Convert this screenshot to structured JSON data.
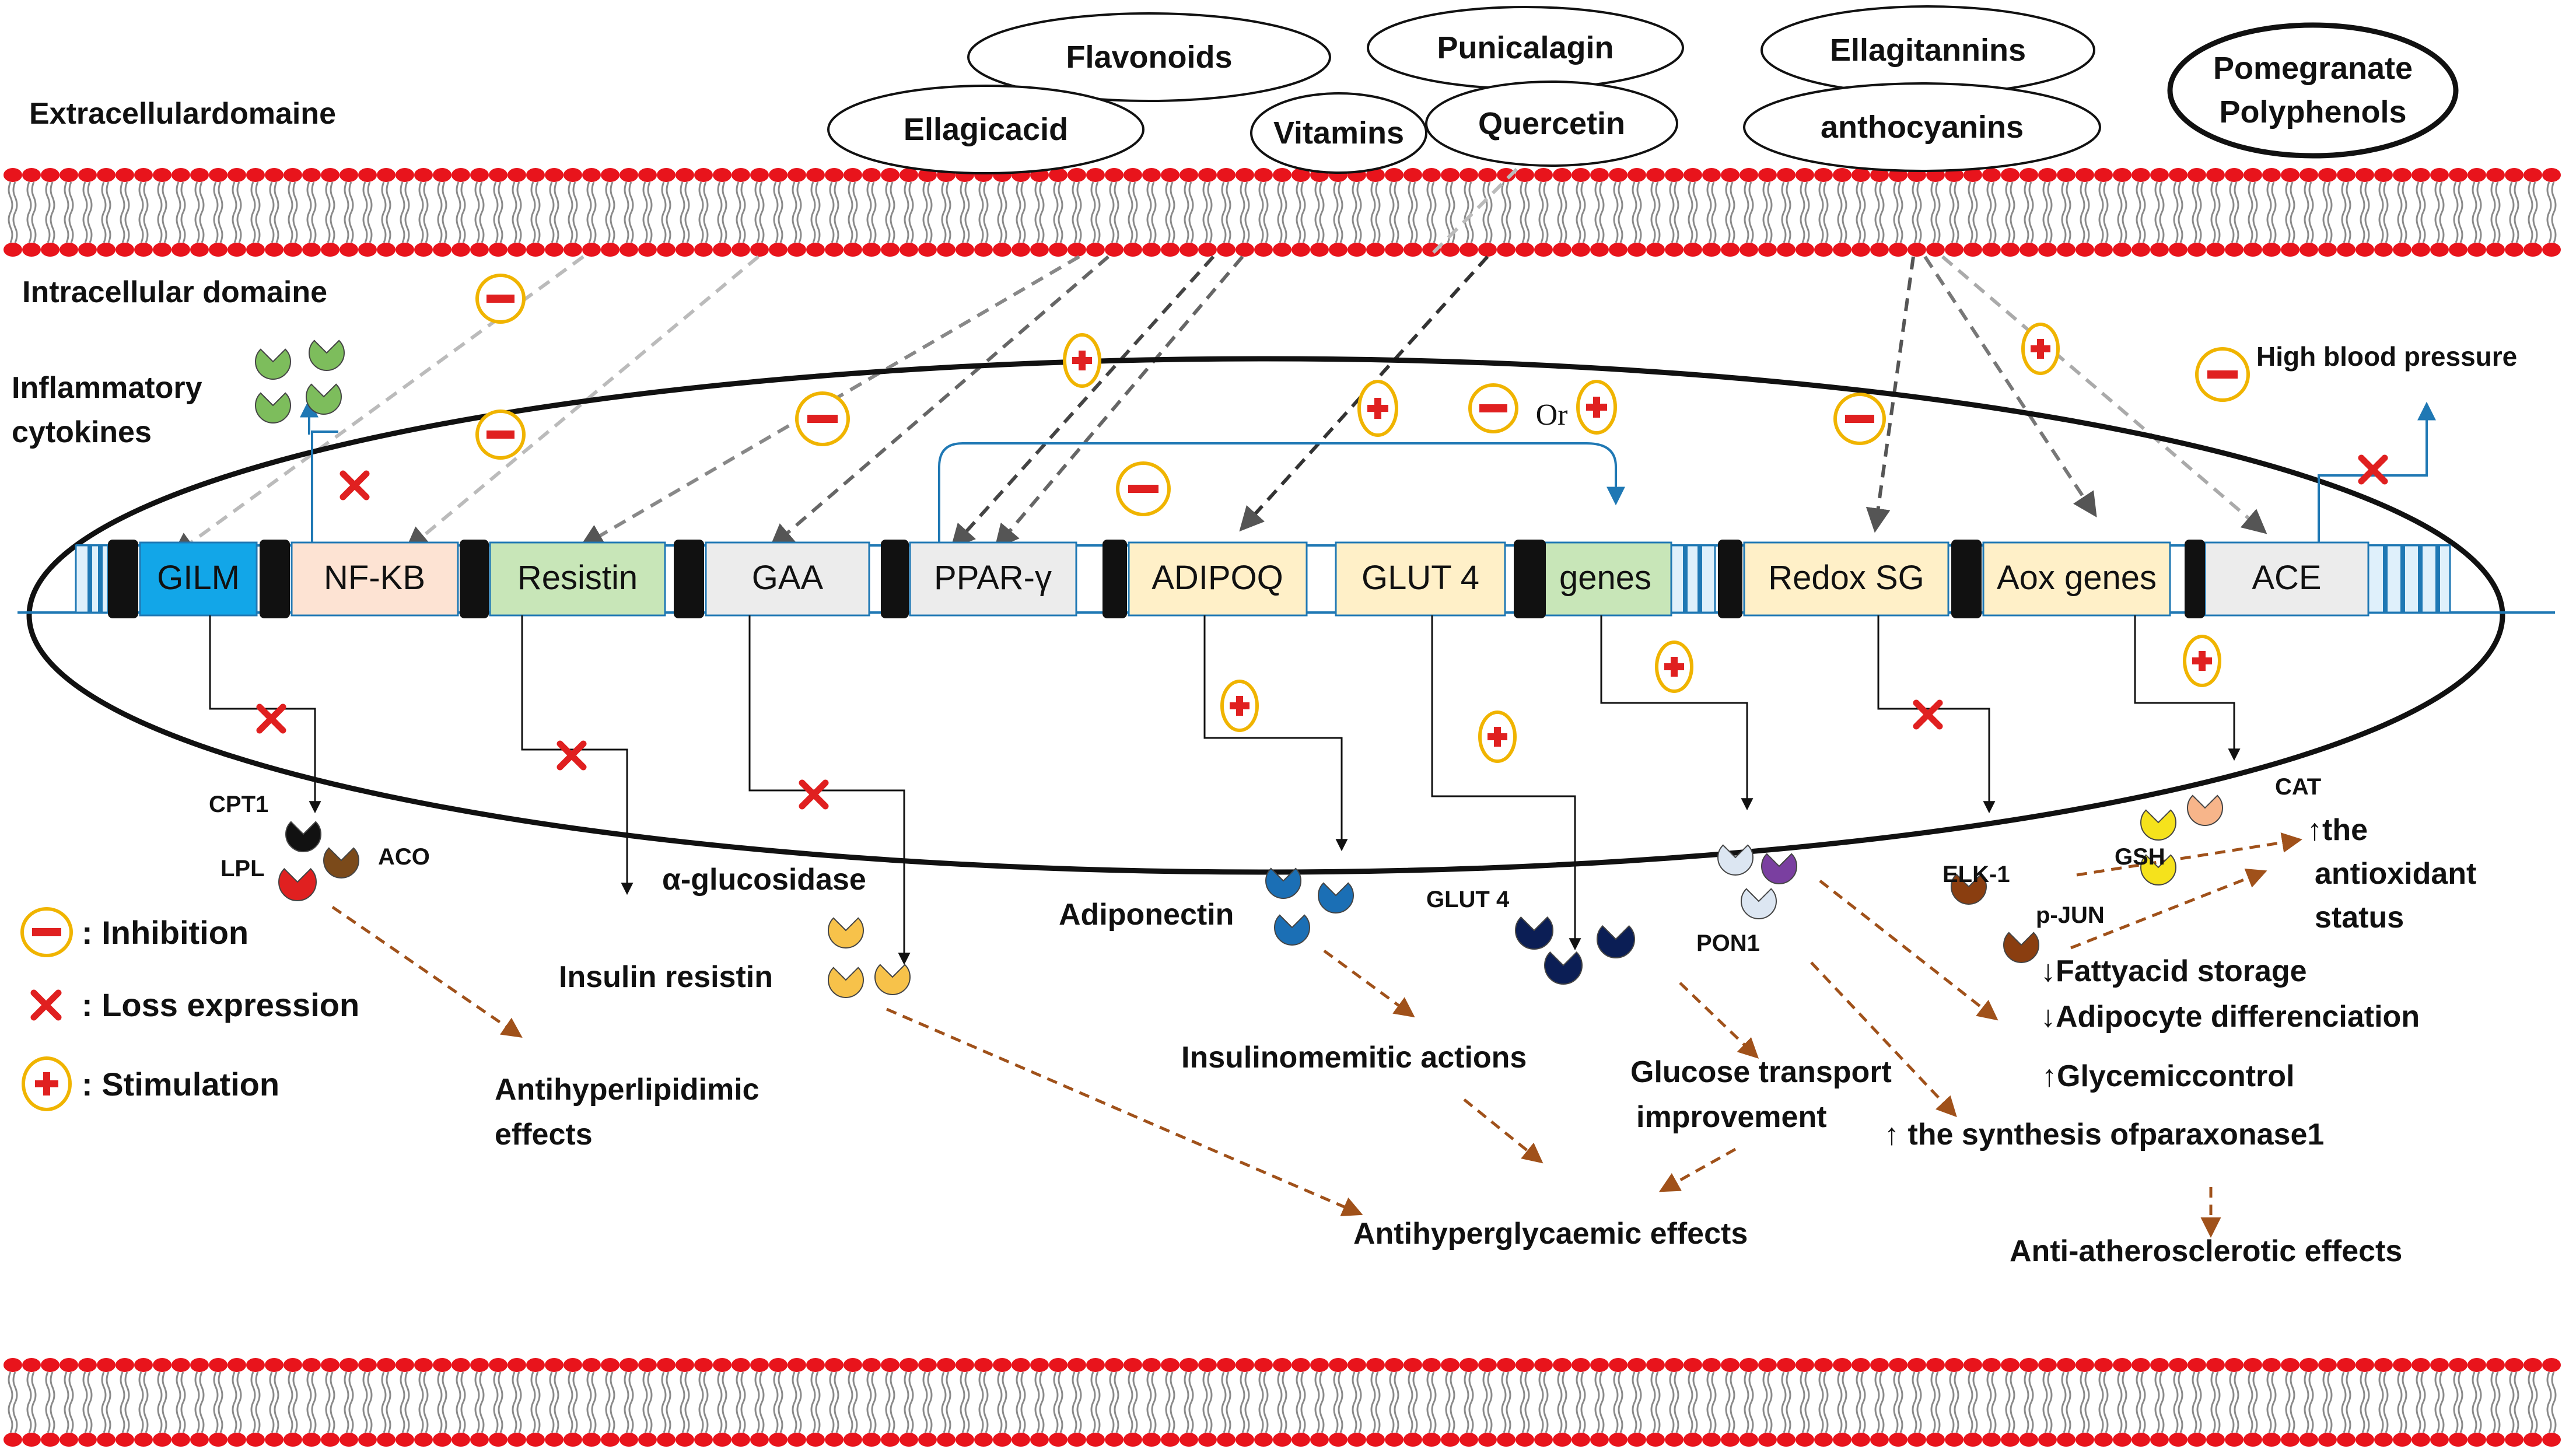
{
  "colors": {
    "membrane_red": "#e8141c",
    "membrane_grey": "#8a8a8a",
    "dna_line": "#1f78b4",
    "inhibit_red": "#e02020",
    "sign_ring": "#f0b400",
    "brown_arrow": "#a0511a",
    "GILM": "#12a6e8",
    "NF-KB": "#fde3d3",
    "Resistin": "#c8e6b8",
    "GAA": "#ececec",
    "PPAR": "#ececec",
    "ADIPOQ": "#fff0c8",
    "GLUT4": "#fff0c8",
    "genes": "#c8e6b8",
    "RedoxSG": "#fff0c8",
    "Aox": "#fff0c8",
    "ACE": "#ececec"
  },
  "domains": {
    "extra": "Extracellulardomaine",
    "intra": "Intracellular domaine"
  },
  "compounds": [
    "Flavonoids",
    "Punicalagin",
    "Ellagitannins",
    "Ellagicacid",
    "Vitamins",
    "Quercetin",
    "anthocyanins"
  ],
  "pomegranate": [
    "Pomegranate",
    "Polyphenols"
  ],
  "inflammatory": [
    "Inflammatory",
    "cytokines"
  ],
  "high_bp": "High blood pressure",
  "or_text": "Or",
  "genes": [
    "GILM",
    "NF-KB",
    "Resistin",
    "GAA",
    "PPAR-γ",
    "ADIPOQ",
    "GLUT 4",
    "genes",
    "Redox SG",
    "Aox genes",
    "ACE"
  ],
  "proteins": {
    "cpt1": "CPT1",
    "lpl": "LPL",
    "aco": "ACO",
    "alpha_glucosidase": "α-glucosidase",
    "insulin_resistin": "Insulin resistin",
    "adiponectin": "Adiponectin",
    "glut4": "GLUT 4",
    "pon1": "PON1",
    "elk1": "ELK-1",
    "pjun": "p-JUN",
    "gsh": "GSH",
    "cat": "CAT"
  },
  "effects": {
    "antihyperlipidimic": [
      "Antihyperlipidimic",
      "effects"
    ],
    "insulinomemitic": "Insulinomemitic actions",
    "glucose_transport": [
      "Glucose transport",
      "improvement"
    ],
    "antihyperglycaemic": "Antihyperglycaemic effects",
    "antioxidant": [
      "↑the",
      "antioxidant",
      "status"
    ],
    "fatty_acid": "↓Fattyacid storage",
    "adipocyte": "↓Adipocyte differenciation",
    "glycemic": "↑Glycemiccontrol",
    "paraxonase": "↑ the synthesis ofparaxonase1",
    "anti_athero": "Anti-atherosclerotic effects"
  },
  "legend": {
    "inhibition": ": Inhibition",
    "loss": ": Loss expression",
    "stimulation": ": Stimulation"
  },
  "signs": {
    "minus": "−",
    "plus": "+",
    "cross": "✕"
  }
}
